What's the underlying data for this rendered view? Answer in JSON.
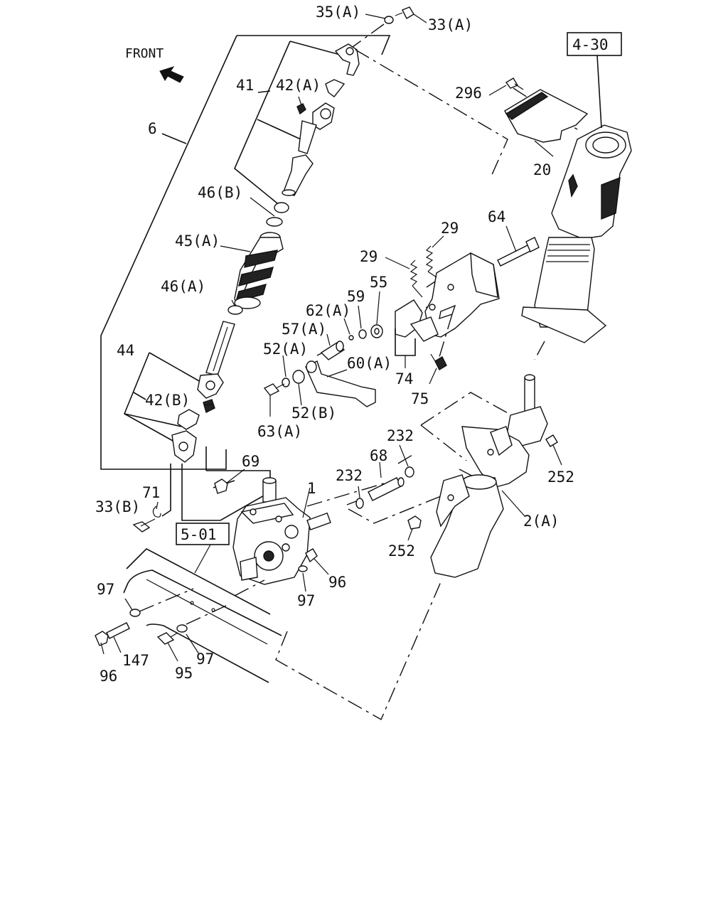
{
  "diagram": {
    "front_label": "FRONT",
    "callouts": {
      "c35a": "35(A)",
      "c33a": "33(A)",
      "c41": "41",
      "c42a": "42(A)",
      "c6": "6",
      "c46b": "46(B)",
      "c45a": "45(A)",
      "c46a": "46(A)",
      "c44": "44",
      "c42b": "42(B)",
      "c33b": "33(B)",
      "c71": "71",
      "c69": "69",
      "c1": "1",
      "c97a": "97",
      "c147": "147",
      "c96a": "96",
      "c95": "95",
      "c97b": "97",
      "c97c": "97",
      "c96b": "96",
      "c296": "296",
      "c20": "20",
      "c64": "64",
      "c29a": "29",
      "c29b": "29",
      "c55": "55",
      "c59": "59",
      "c62a": "62(A)",
      "c57a": "57(A)",
      "c52a": "52(A)",
      "c60a": "60(A)",
      "c74": "74",
      "c75": "75",
      "c63a": "63(A)",
      "c52b": "52(B)",
      "c232a": "232",
      "c68": "68",
      "c232b": "232",
      "c252a": "252",
      "c252b": "252",
      "c2a": "2(A)"
    },
    "ref_boxes": {
      "r430": "4-30",
      "r501": "5-01"
    }
  }
}
